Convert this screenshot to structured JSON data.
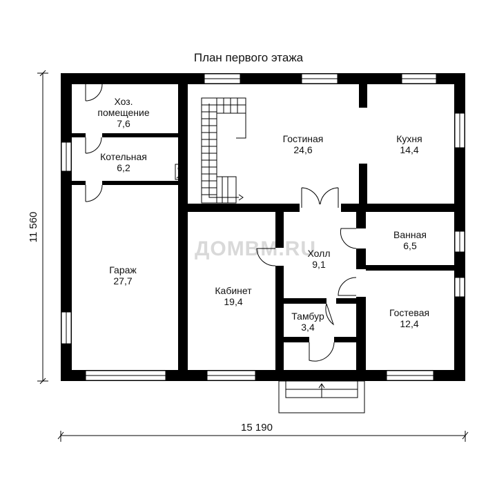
{
  "plan": {
    "title": "План первого этажа",
    "watermark": "ДОМВМ.RU",
    "dimensions": {
      "width": "15 190",
      "height": "11 560"
    },
    "rooms": [
      {
        "id": "utility",
        "name": "Хоз.\nпомещение",
        "name_lines": [
          "Хоз.",
          "помещение"
        ],
        "area": "7,6"
      },
      {
        "id": "boiler",
        "name_lines": [
          "Котельная"
        ],
        "area": "6,2"
      },
      {
        "id": "garage",
        "name_lines": [
          "Гараж"
        ],
        "area": "27,7"
      },
      {
        "id": "living",
        "name_lines": [
          "Гостиная"
        ],
        "area": "24,6"
      },
      {
        "id": "kitchen",
        "name_lines": [
          "Кухня"
        ],
        "area": "14,4"
      },
      {
        "id": "bath",
        "name_lines": [
          "Ванная"
        ],
        "area": "6,5"
      },
      {
        "id": "hall",
        "name_lines": [
          "Холл"
        ],
        "area": "9,1"
      },
      {
        "id": "study",
        "name_lines": [
          "Кабинет"
        ],
        "area": "19,4"
      },
      {
        "id": "vestibule",
        "name_lines": [
          "Тамбур"
        ],
        "area": "3,4"
      },
      {
        "id": "guest",
        "name_lines": [
          "Гостевая"
        ],
        "area": "12,4"
      }
    ]
  }
}
